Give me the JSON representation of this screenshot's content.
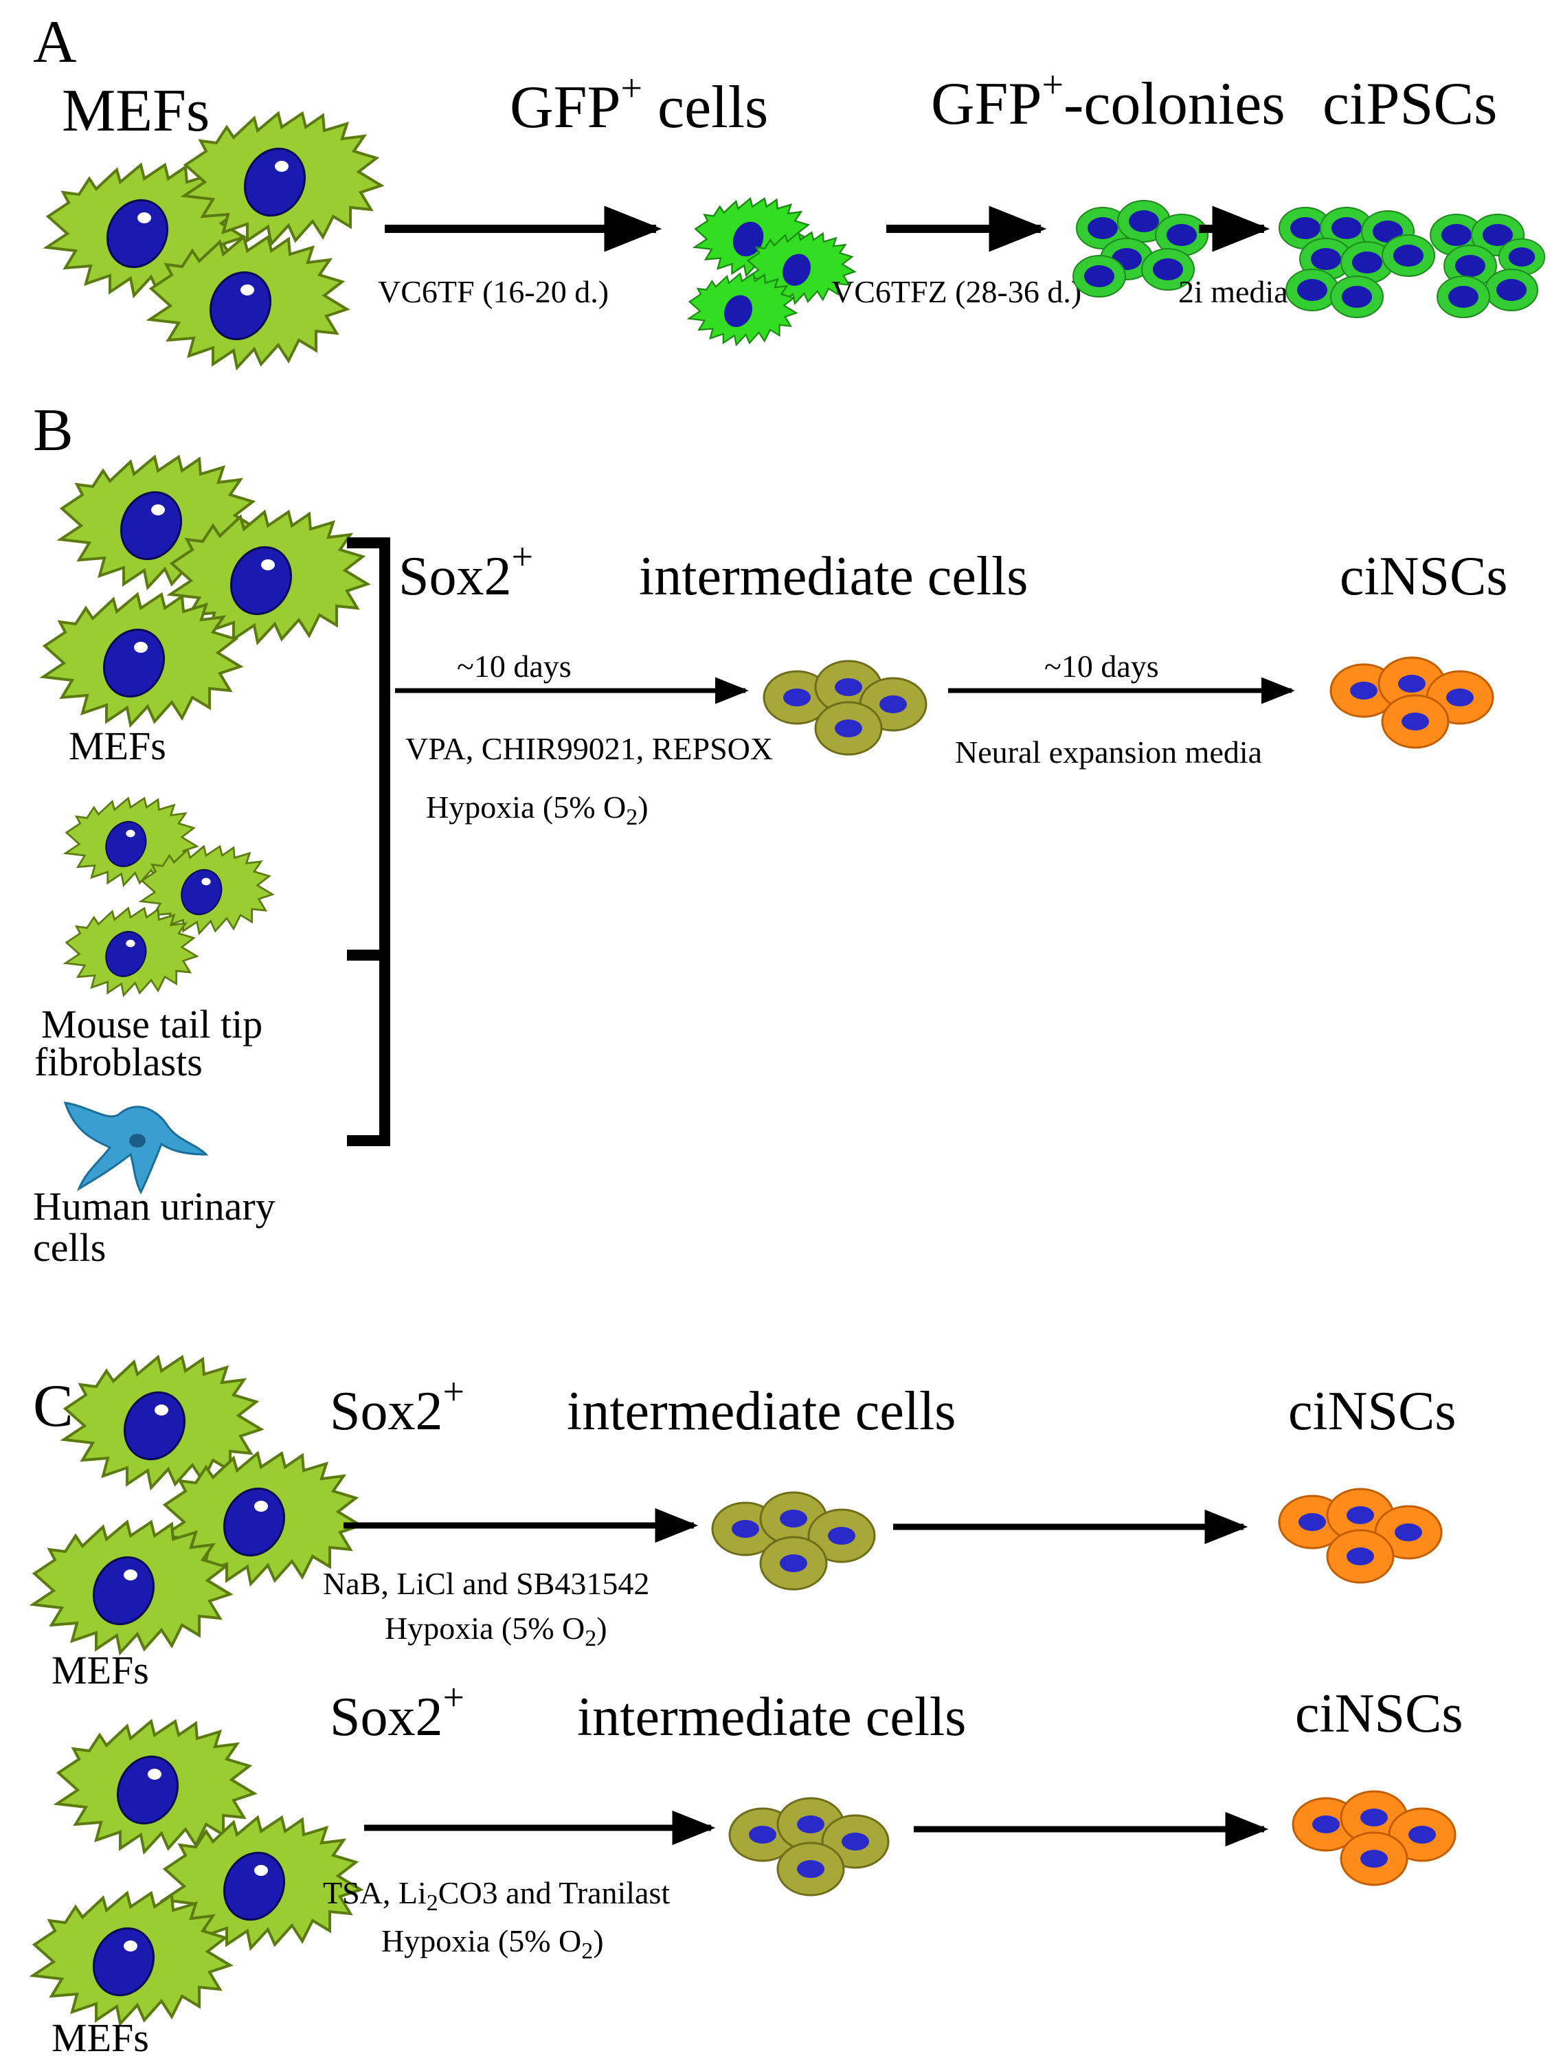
{
  "colors": {
    "fibroblast_fill": "#9acd32",
    "fibroblast_bright": "#33dd22",
    "nucleus": "#1a1ab0",
    "colony_halo": "#33cc33",
    "intermediate_fill": "#a8a83a",
    "cinsc_fill": "#ff8c1a",
    "urinary_cell": "#3a9fd0",
    "arrow": "#000000"
  },
  "icons": [
    "fibroblast-cell-icon",
    "nucleus-icon",
    "colony-icon",
    "urinary-cell-icon",
    "arrow-icon",
    "bracket-icon"
  ],
  "panelA": {
    "letter": "A",
    "start_label": "MEFs",
    "stage1": {
      "main": "GFP",
      "sup": "+",
      "suffix": " cells"
    },
    "stage2": {
      "main": "GFP",
      "sup": "+",
      "suffix": "-colonies"
    },
    "stage3": "ciPSCs",
    "step1": "VC6TF (16-20 d.)",
    "step2": "VC6TFZ (28-36 d.)",
    "step3": "2i media"
  },
  "panelB": {
    "letter": "B",
    "sources": [
      "MEFs",
      "Mouse tail tip",
      "fibroblasts",
      "Human urinary",
      "cells"
    ],
    "intermediate": {
      "main": "Sox2",
      "sup": "+",
      "suffix": "intermediate cells"
    },
    "end": "ciNSCs",
    "step1_time": "~10 days",
    "step1_chem": "VPA, CHIR99021, REPSOX",
    "step1_cond": {
      "pre": "Hypoxia (5% O",
      "sub": "2",
      "post": ")"
    },
    "step2_time": "~10 days",
    "step2_media": "Neural expansion media"
  },
  "panelC": {
    "letter": "C",
    "row1": {
      "intermediate": {
        "main": "Sox2",
        "sup": "+",
        "suffix": "intermediate cells"
      },
      "end": "ciNSCs",
      "chem": "NaB, LiCl and SB431542",
      "cond": {
        "pre": "Hypoxia (5% O",
        "sub": "2",
        "post": ")"
      },
      "source": "MEFs"
    },
    "row2": {
      "intermediate": {
        "main": "Sox2",
        "sup": "+",
        "suffix": "intermediate cells"
      },
      "end": "ciNSCs",
      "chem": {
        "pre": "TSA, Li",
        "sub": "2",
        "post": "CO3 and Tranilast"
      },
      "cond": {
        "pre": "Hypoxia (5% O",
        "sub": "2",
        "post": ")"
      },
      "source": "MEFs"
    }
  }
}
